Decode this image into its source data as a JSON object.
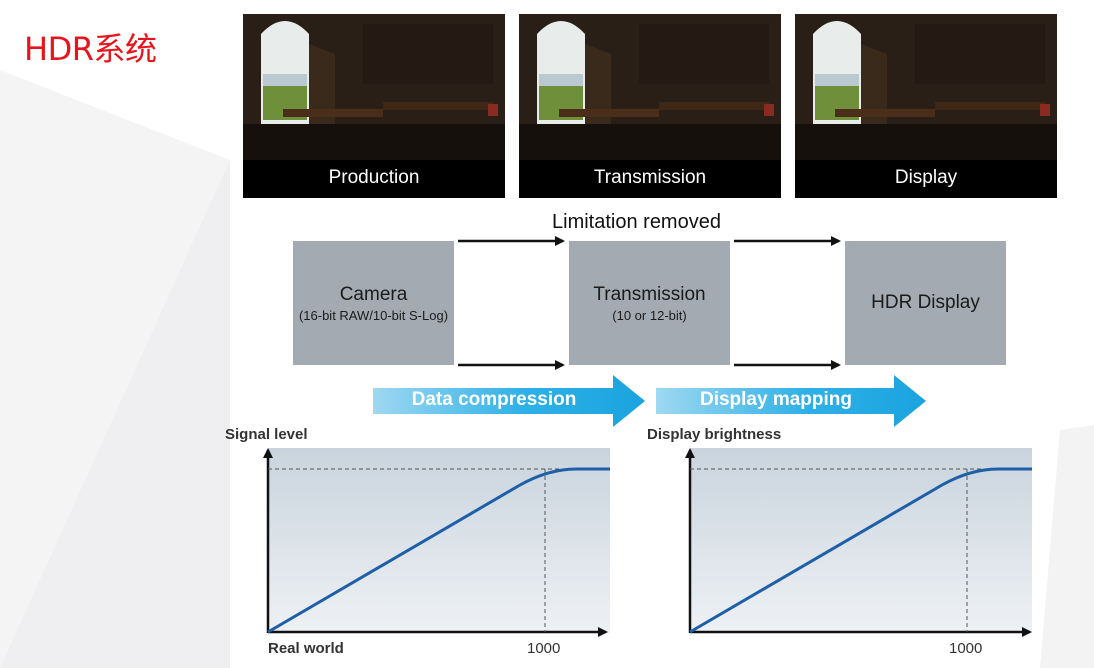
{
  "slide_title": "HDR系统",
  "photos": [
    {
      "caption": "Production"
    },
    {
      "caption": "Transmission"
    },
    {
      "caption": "Display"
    }
  ],
  "flow": {
    "limitation_label": "Limitation removed",
    "camera": {
      "title": "Camera",
      "detail": "(16-bit RAW/10-bit S-Log)"
    },
    "transmission": {
      "title": "Transmission",
      "detail": "(10 or 12-bit)"
    },
    "display": {
      "title": "HDR Display"
    },
    "stage1": "Data compression",
    "stage2": "Display mapping"
  },
  "chart_data": [
    {
      "type": "line",
      "ylabel": "Signal level",
      "xlabel": "Real world",
      "x_ticks": [
        "1000"
      ],
      "series": [
        {
          "shape": "linear rise then saturating knee flattening after x = 1000"
        }
      ],
      "grid": false
    },
    {
      "type": "line",
      "ylabel": "Display brightness",
      "xlabel": "",
      "x_ticks": [
        "1000"
      ],
      "series": [
        {
          "shape": "linear rise then saturating knee flattening after x = 1000"
        }
      ],
      "grid": false
    }
  ],
  "colors": {
    "title_red": "#e8141c",
    "box_gray": "#a3aab1",
    "arrow_blue": "#1aa3df",
    "curve_blue": "#1e5fa8"
  }
}
